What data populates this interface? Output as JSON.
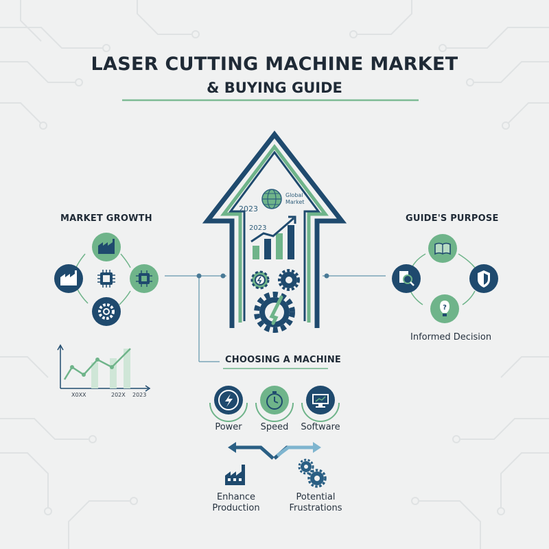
{
  "title": {
    "line1": "LASER CUTTING MACHINE MARKET",
    "line2": "& BUYING GUIDE"
  },
  "colors": {
    "navy": "#1f4a6e",
    "green": "#6fb48a",
    "light_green": "#b8dcc4",
    "text": "#1f2a36"
  },
  "market_growth": {
    "heading": "MARKET GROWTH",
    "icons": [
      "factory-icon",
      "chip-icon",
      "chip-icon",
      "gear-icon",
      "factory-icon"
    ],
    "chart_ticks": [
      "X0XX",
      "202X",
      "2023"
    ]
  },
  "center_house": {
    "year_badge": "2023",
    "year_chart": "2023",
    "globe_label_1": "Global",
    "globe_label_2": "Market"
  },
  "guide_purpose": {
    "heading": "GUIDE'S PURPOSE",
    "icons": [
      "book-icon",
      "magnifier-icon",
      "shield-icon",
      "lightbulb-icon"
    ],
    "caption": "Informed Decision"
  },
  "choosing": {
    "heading": "CHOOSING A MACHINE",
    "items": [
      {
        "label": "Power",
        "icon": "lightning-icon"
      },
      {
        "label": "Speed",
        "icon": "stopwatch-icon"
      },
      {
        "label": "Software",
        "icon": "monitor-icon"
      }
    ]
  },
  "outcomes": {
    "left": {
      "line1": "Enhance",
      "line2": "Production"
    },
    "right": {
      "line1": "Potential",
      "line2": "Frustrations"
    }
  }
}
